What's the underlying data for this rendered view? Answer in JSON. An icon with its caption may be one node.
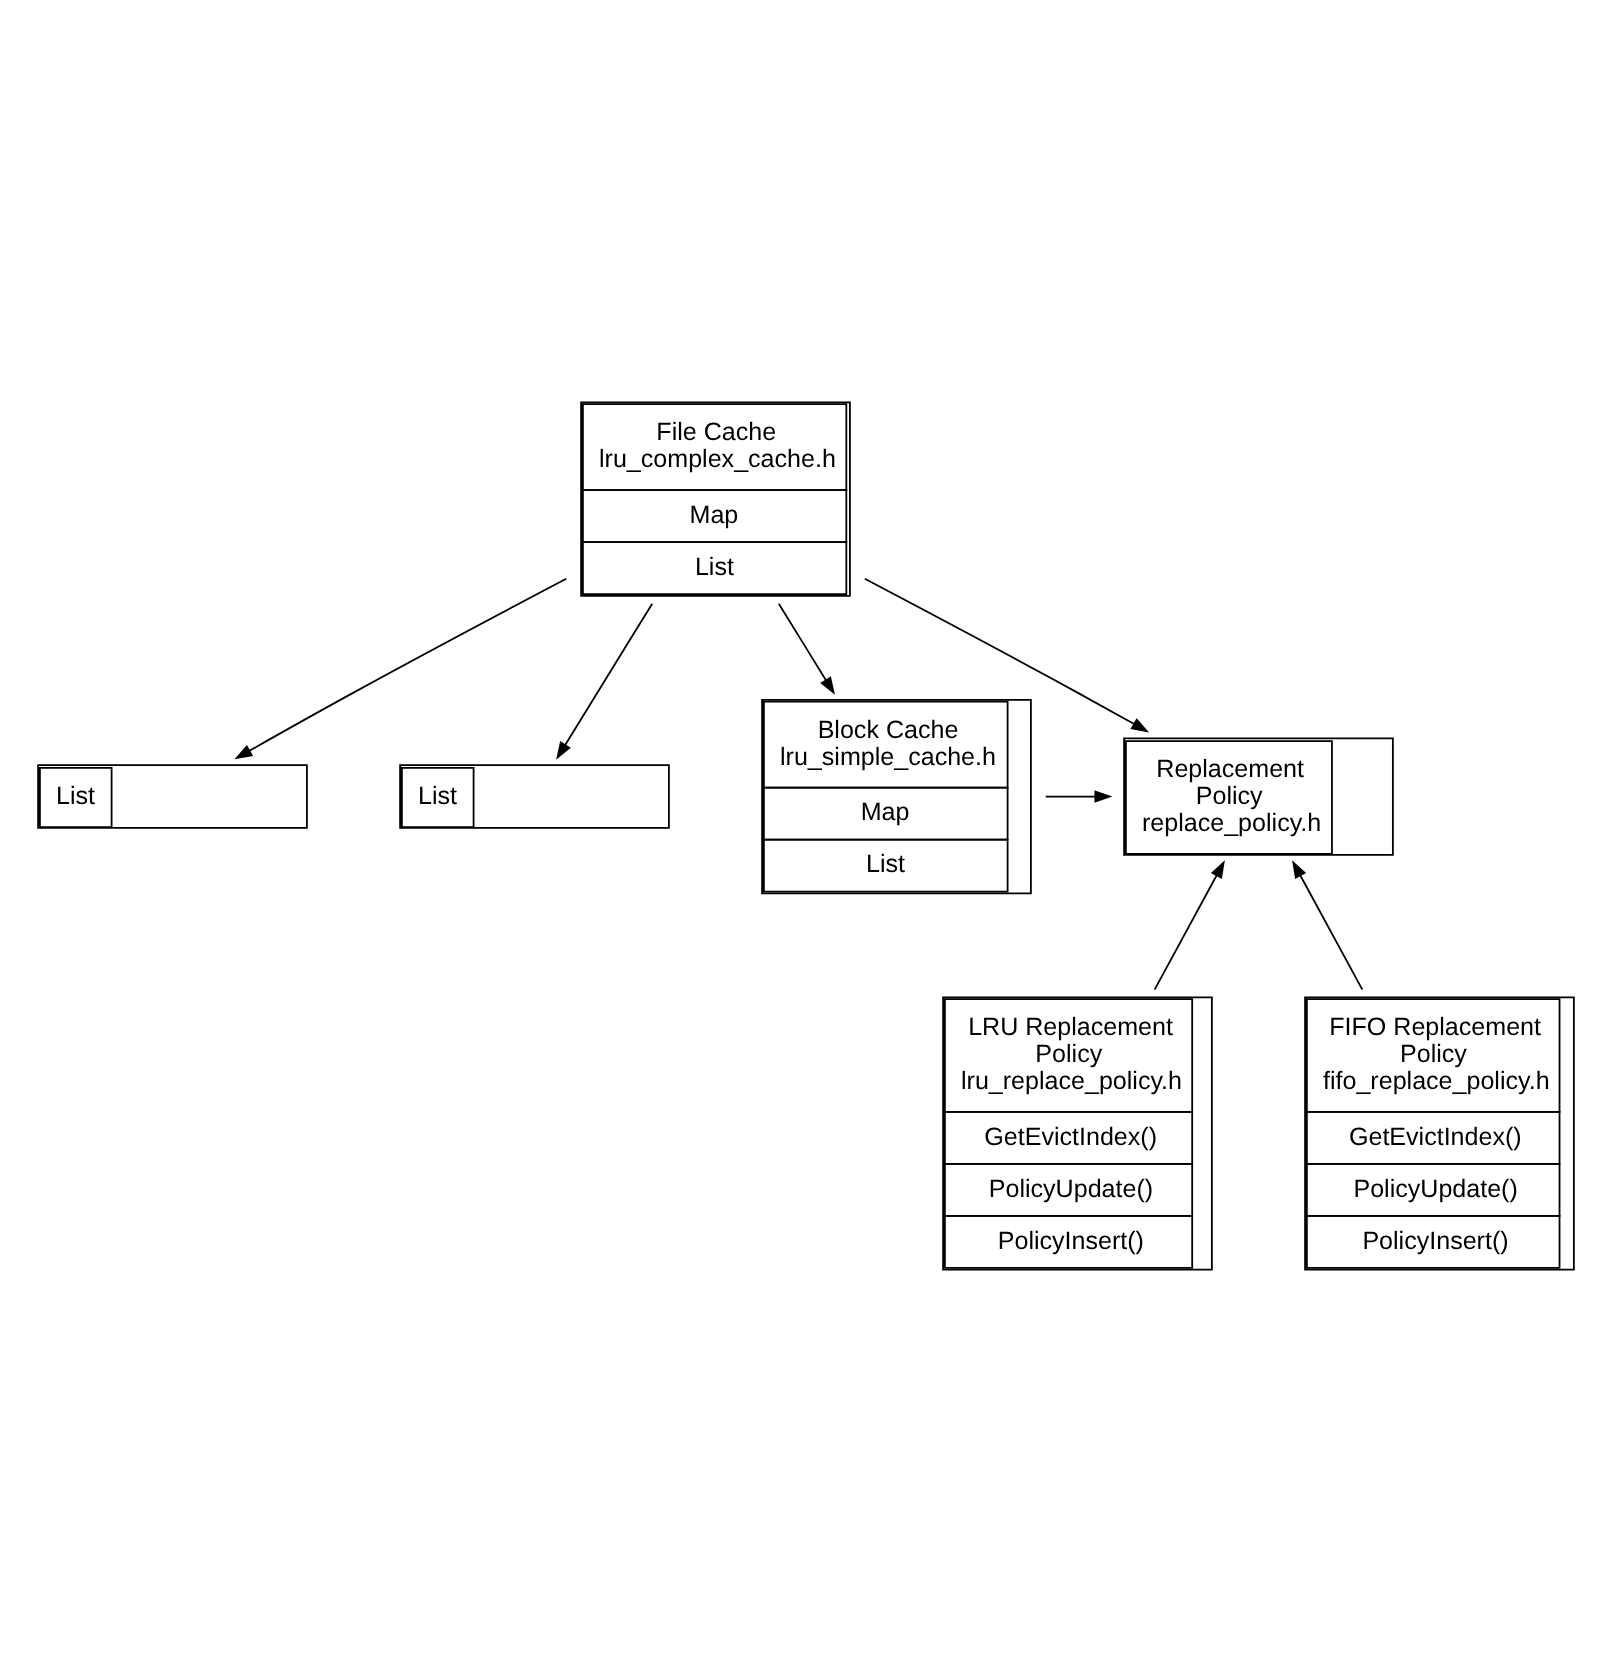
{
  "diagram": {
    "nodes": [
      {
        "text": [
          "File Cache lru_complex_cache.h",
          "Map",
          "List"
        ]
      },
      {
        "text": [
          "List"
        ]
      },
      {
        "text": [
          "List"
        ]
      },
      {
        "text": [
          "Block Cache lru_simple_cache.h",
          "Map",
          "List"
        ]
      },
      {
        "text": [
          "Replacement Policy replace_policy.h"
        ]
      },
      {
        "text": [
          "LRU Replacement Policy lru_replace_policy.h",
          "GetEvictIndex()",
          "PolicyUpdate()",
          "PolicyInsert()"
        ]
      },
      {
        "text": [
          "FIFO Replacement Policy fifo_replace_policy.h",
          "GetEvictIndex()",
          "PolicyUpdate()",
          "PolicyInsert()"
        ]
      }
    ],
    "edges": [
      {
        "from": 0,
        "to": 1,
        "arrow": "to"
      },
      {
        "from": 0,
        "to": 2,
        "arrow": "to"
      },
      {
        "from": 0,
        "to": 3,
        "arrow": "to"
      },
      {
        "from": 0,
        "to": 4,
        "arrow": "to"
      },
      {
        "from": 3,
        "to": 4,
        "arrow": "to"
      },
      {
        "from": 5,
        "to": 4,
        "arrow": "to"
      },
      {
        "from": 6,
        "to": 4,
        "arrow": "to"
      }
    ]
  }
}
